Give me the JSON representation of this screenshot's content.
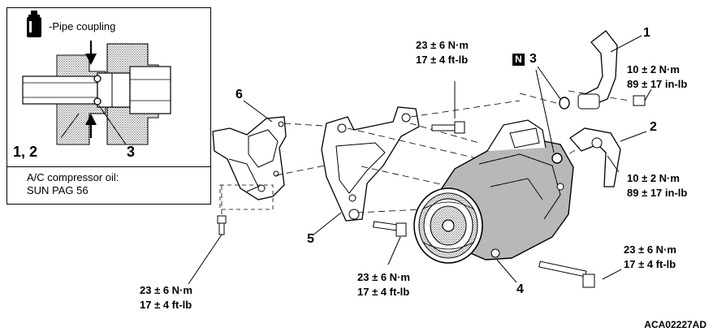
{
  "inset": {
    "legend_text": "-Pipe coupling",
    "legend_icon": "oil-bottle-icon",
    "part_label_left": "1, 2",
    "part_label_right": "3",
    "note_line1": "A/C compressor oil:",
    "note_line2": "SUN PAG 56"
  },
  "callouts": {
    "c1": "1",
    "c2": "2",
    "c3": "3",
    "c4": "4",
    "c5": "5",
    "c6": "6",
    "n_badge": "N"
  },
  "torques": {
    "top_nm": "23 ± 6 N·m",
    "top_ftlb": "17 ± 4 ft-lb",
    "pipe1_nm": "10 ± 2 N·m",
    "pipe1_inlb": "89 ± 17 in-lb",
    "pipe2_nm": "10 ± 2 N·m",
    "pipe2_inlb": "89 ± 17 in-lb",
    "right_nm": "23 ± 6 N·m",
    "right_ftlb": "17 ± 4 ft-lb",
    "mid_nm": "23 ± 6 N·m",
    "mid_ftlb": "17 ± 4 ft-lb",
    "left_nm": "23 ± 6 N·m",
    "left_ftlb": "17 ± 4 ft-lb"
  },
  "figure_code": "ACA02227AD"
}
